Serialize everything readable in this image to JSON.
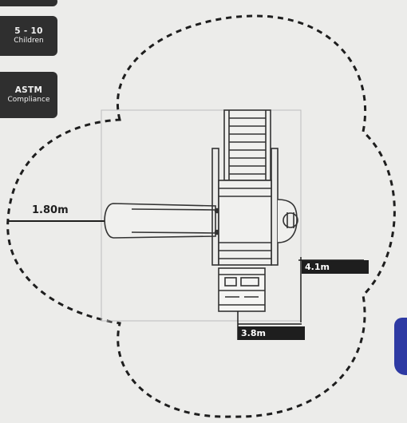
{
  "badges": {
    "top": {
      "line1": ""
    },
    "children": {
      "line1": "5 - 10",
      "line2": "Children"
    },
    "astm": {
      "line1": "ASTM",
      "line2": "Compliance"
    }
  },
  "dimensions": {
    "slide_clearance": "1.80m",
    "width": "4.1m",
    "depth": "3.8m"
  },
  "colors": {
    "background": "#ececea",
    "badge_bg": "#2f2f2f",
    "line": "#1e1e1e",
    "accent_blue": "#2e3aa3"
  }
}
